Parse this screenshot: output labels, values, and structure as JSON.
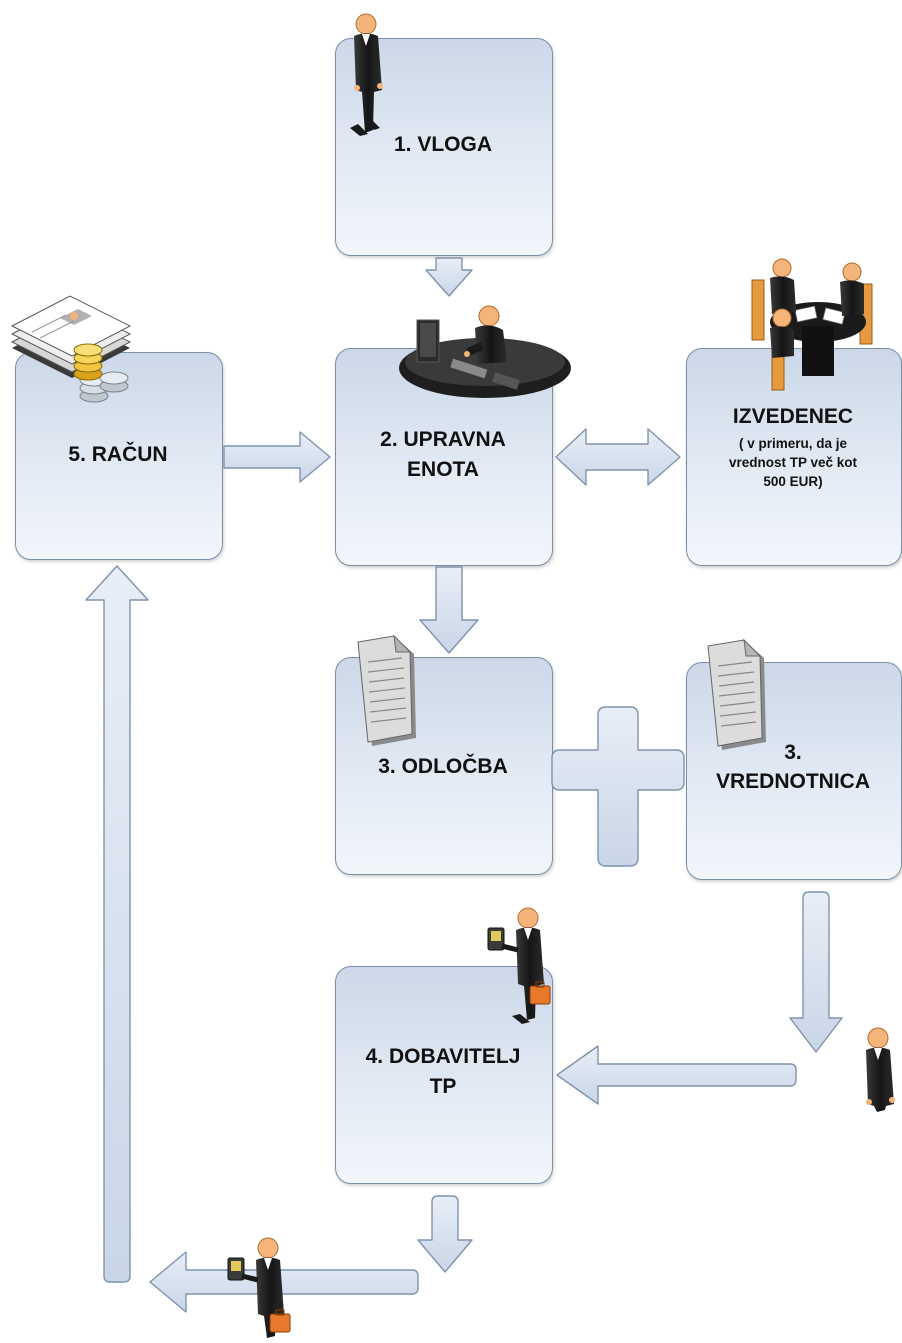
{
  "nodes": {
    "vloga": {
      "label": "1. VLOGA"
    },
    "upravna": {
      "line1": "2. UPRAVNA",
      "line2": "ENOTA"
    },
    "racun": {
      "label": "5. RAČUN"
    },
    "izvedenec": {
      "title": "IZVEDENEC",
      "note1": "( v primeru, da je",
      "note2": "vrednost TP več kot",
      "note3": "500 EUR)"
    },
    "odlocba": {
      "label": "3. ODLOČBA"
    },
    "vrednotnica": {
      "line1": "3.",
      "line2": "VREDNOTNICA"
    },
    "dobavitelj": {
      "line1": "4. DOBAVITELJ",
      "line2": "TP"
    }
  },
  "icons": [
    "businessman-icon",
    "desk-worker-icon",
    "meeting-table-icon",
    "documents-coins-icon",
    "document-icon",
    "businessman-briefcase-icon"
  ],
  "colors": {
    "box_top": "#ccd8e8",
    "box_bottom": "#f3f6fb",
    "border": "#7a8ea8",
    "arrow_fill": "#d9e3f0"
  }
}
